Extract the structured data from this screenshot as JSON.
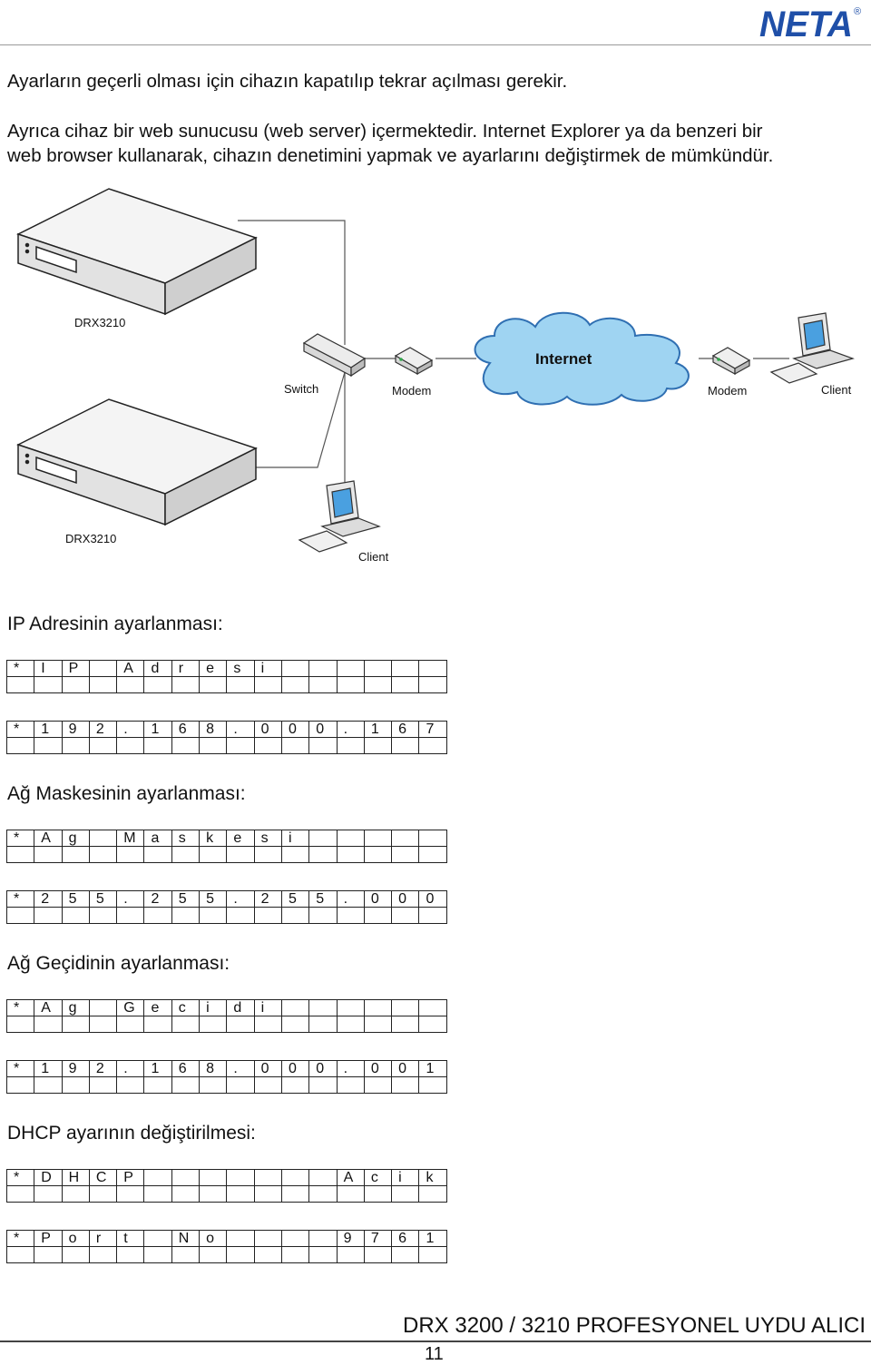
{
  "brand": {
    "name": "NETA",
    "registered": "®"
  },
  "paragraphs": {
    "line1": "Ayarların geçerli olması için cihazın kapatılıp tekrar açılması gerekir.",
    "line2": "Ayrıca cihaz bir web sunucusu (web server) içermektedir. Internet Explorer ya da benzeri bir",
    "line3": "web browser kullanarak, cihazın denetimini yapmak ve ayarlarını değiştirmek de mümkündür."
  },
  "diagram": {
    "receiver_top_label": "DRX3210",
    "receiver_bottom_label": "DRX3210",
    "switch_label": "Switch",
    "modem_left_label": "Modem",
    "internet_label": "Internet",
    "modem_right_label": "Modem",
    "client_right_label": "Client",
    "client_bottom_label": "Client"
  },
  "sections": [
    {
      "title": "IP Adresinin ayarlanması:",
      "rows": [
        [
          "*",
          "I",
          "P",
          "",
          "A",
          "d",
          "r",
          "e",
          "s",
          "i",
          "",
          "",
          "",
          "",
          "",
          "",
          ""
        ],
        [
          "",
          "",
          "",
          "",
          "",
          "",
          "",
          "",
          "",
          "",
          "",
          "",
          "",
          "",
          "",
          "",
          ""
        ],
        [
          "*",
          "1",
          "9",
          "2",
          ".",
          "1",
          "6",
          "8",
          ".",
          "0",
          "0",
          "0",
          ".",
          "1",
          "6",
          "7"
        ],
        [
          "",
          "",
          "",
          "",
          "",
          "",
          "",
          "",
          "",
          "",
          "",
          "",
          "",
          "",
          "",
          ""
        ]
      ]
    },
    {
      "title": "Ağ Maskesinin ayarlanması:",
      "rows": [
        [
          "*",
          "A",
          "g",
          "",
          "M",
          "a",
          "s",
          "k",
          "e",
          "s",
          "i",
          "",
          "",
          "",
          "",
          ""
        ],
        [
          "",
          "",
          "",
          "",
          "",
          "",
          "",
          "",
          "",
          "",
          "",
          "",
          "",
          "",
          "",
          ""
        ],
        [
          "*",
          "2",
          "5",
          "5",
          ".",
          "2",
          "5",
          "5",
          ".",
          "2",
          "5",
          "5",
          ".",
          "0",
          "0",
          "0"
        ],
        [
          "",
          "",
          "",
          "",
          "",
          "",
          "",
          "",
          "",
          "",
          "",
          "",
          "",
          "",
          "",
          ""
        ]
      ]
    },
    {
      "title": "Ağ Geçidinin ayarlanması:",
      "rows": [
        [
          "*",
          "A",
          "g",
          "",
          "G",
          "e",
          "c",
          "i",
          "d",
          "i",
          "",
          "",
          "",
          "",
          "",
          ""
        ],
        [
          "",
          "",
          "",
          "",
          "",
          "",
          "",
          "",
          "",
          "",
          "",
          "",
          "",
          "",
          "",
          ""
        ],
        [
          "*",
          "1",
          "9",
          "2",
          ".",
          "1",
          "6",
          "8",
          ".",
          "0",
          "0",
          "0",
          ".",
          "0",
          "0",
          "1"
        ],
        [
          "",
          "",
          "",
          "",
          "",
          "",
          "",
          "",
          "",
          "",
          "",
          "",
          "",
          "",
          "",
          ""
        ]
      ]
    },
    {
      "title": "DHCP ayarının değiştirilmesi:",
      "rows": [
        [
          "*",
          "D",
          "H",
          "C",
          "P",
          "",
          "",
          "",
          "",
          "",
          "",
          "",
          "A",
          "c",
          "i",
          "k"
        ],
        [
          "",
          "",
          "",
          "",
          "",
          "",
          "",
          "",
          "",
          "",
          "",
          "",
          "",
          "",
          "",
          ""
        ],
        [
          "*",
          "P",
          "o",
          "r",
          "t",
          "",
          "N",
          "o",
          "",
          "",
          "",
          "",
          "9",
          "7",
          "6",
          "1"
        ],
        [
          "",
          "",
          "",
          "",
          "",
          "",
          "",
          "",
          "",
          "",
          "",
          "",
          "",
          "",
          "",
          ""
        ]
      ]
    }
  ],
  "footer": {
    "title": "DRX 3200 / 3210 PROFESYONEL UYDU ALICI",
    "page_number": "11"
  },
  "colors": {
    "brand_blue": "#1f4fa8",
    "cloud_fill": "#9fd4f2",
    "cloud_stroke": "#2f6fb2",
    "device_gray": "#e8e8e8"
  }
}
